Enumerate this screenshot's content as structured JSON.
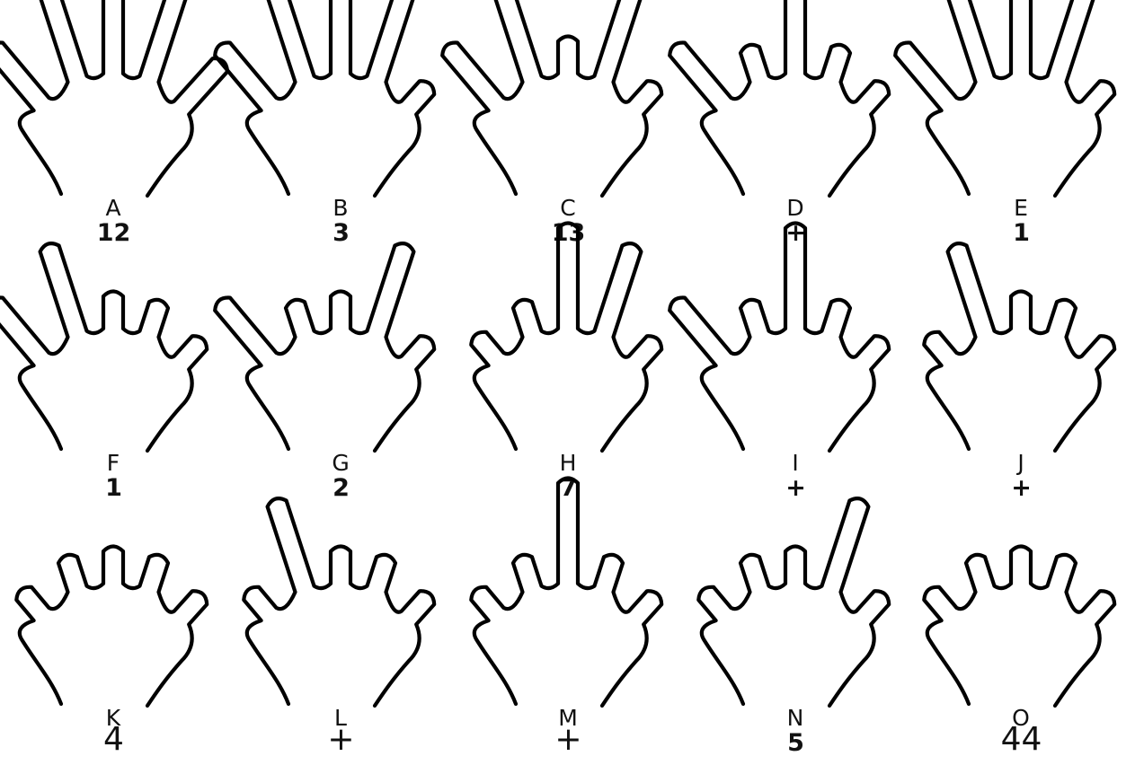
{
  "figure": {
    "cells": [
      {
        "letter": "A",
        "count": "12",
        "fingers": [
          1,
          1,
          1,
          1,
          1
        ]
      },
      {
        "letter": "B",
        "count": "3",
        "fingers": [
          1,
          1,
          1,
          1,
          0
        ]
      },
      {
        "letter": "C",
        "count": "13",
        "fingers": [
          1,
          1,
          0,
          1,
          0
        ]
      },
      {
        "letter": "D",
        "count": "+",
        "fingers": [
          1,
          0,
          1,
          0,
          0
        ]
      },
      {
        "letter": "E",
        "count": "1",
        "fingers": [
          1,
          1,
          1,
          1,
          0
        ]
      },
      {
        "letter": "F",
        "count": "1",
        "fingers": [
          1,
          1,
          0,
          0,
          0
        ]
      },
      {
        "letter": "G",
        "count": "2",
        "fingers": [
          1,
          0,
          0,
          1,
          0
        ]
      },
      {
        "letter": "H",
        "count": "7",
        "fingers": [
          0,
          0,
          1,
          1,
          0
        ]
      },
      {
        "letter": "I",
        "count": "+",
        "fingers": [
          1,
          0,
          1,
          0,
          0
        ]
      },
      {
        "letter": "J",
        "count": "+",
        "fingers": [
          0,
          1,
          0,
          0,
          0
        ]
      },
      {
        "letter": "K",
        "count": "4",
        "fingers": [
          0,
          0,
          0,
          0,
          0
        ]
      },
      {
        "letter": "L",
        "count": "+",
        "fingers": [
          0,
          1,
          0,
          0,
          0
        ]
      },
      {
        "letter": "M",
        "count": "+",
        "fingers": [
          0,
          0,
          1,
          0,
          0
        ]
      },
      {
        "letter": "N",
        "count": "5",
        "fingers": [
          0,
          0,
          0,
          1,
          0
        ]
      },
      {
        "letter": "O",
        "count": "44",
        "fingers": [
          0,
          0,
          0,
          0,
          0
        ]
      }
    ]
  }
}
